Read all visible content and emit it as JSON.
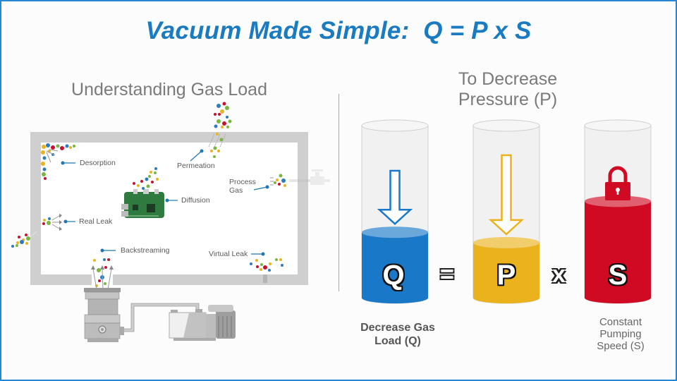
{
  "title": "Vacuum Made Simple:  Q = P x S",
  "left_panel": {
    "heading": "Understanding Gas Load",
    "labels": {
      "desorption": "Desorption",
      "permeation": "Permeation",
      "process_gas_line1": "Process",
      "process_gas_line2": "Gas",
      "diffusion": "Diffusion",
      "real_leak": "Real Leak",
      "backstreaming": "Backstreaming",
      "virtual_leak": "Virtual Leak"
    }
  },
  "right_panel": {
    "heading_line1": "To Decrease",
    "heading_line2": "Pressure (P)",
    "cylinders": [
      {
        "letter": "Q",
        "color": "#1a78c8",
        "fill_level": 0.38,
        "indicator": "down-arrow",
        "indicator_color": "#1a78c8"
      },
      {
        "letter": "P",
        "color": "#eab21d",
        "fill_level": 0.32,
        "indicator": "down-arrow",
        "indicator_color": "#eab21d"
      },
      {
        "letter": "S",
        "color": "#cf0a22",
        "fill_level": 0.56,
        "indicator": "lock-icon",
        "indicator_color": "#cf0a22"
      }
    ],
    "operators": {
      "equals": "=",
      "times": "x"
    },
    "caption_q_line1": "Decrease Gas",
    "caption_q_line2": "Load (Q)",
    "caption_s_line1": "Constant",
    "caption_s_line2": "Pumping",
    "caption_s_line3": "Speed (S)"
  },
  "colors": {
    "title_blue": "#1a7bc0",
    "frame_border": "#2a86d0",
    "chamber_wall": "#cfcfcf",
    "label_dot": "#1f78b4"
  }
}
